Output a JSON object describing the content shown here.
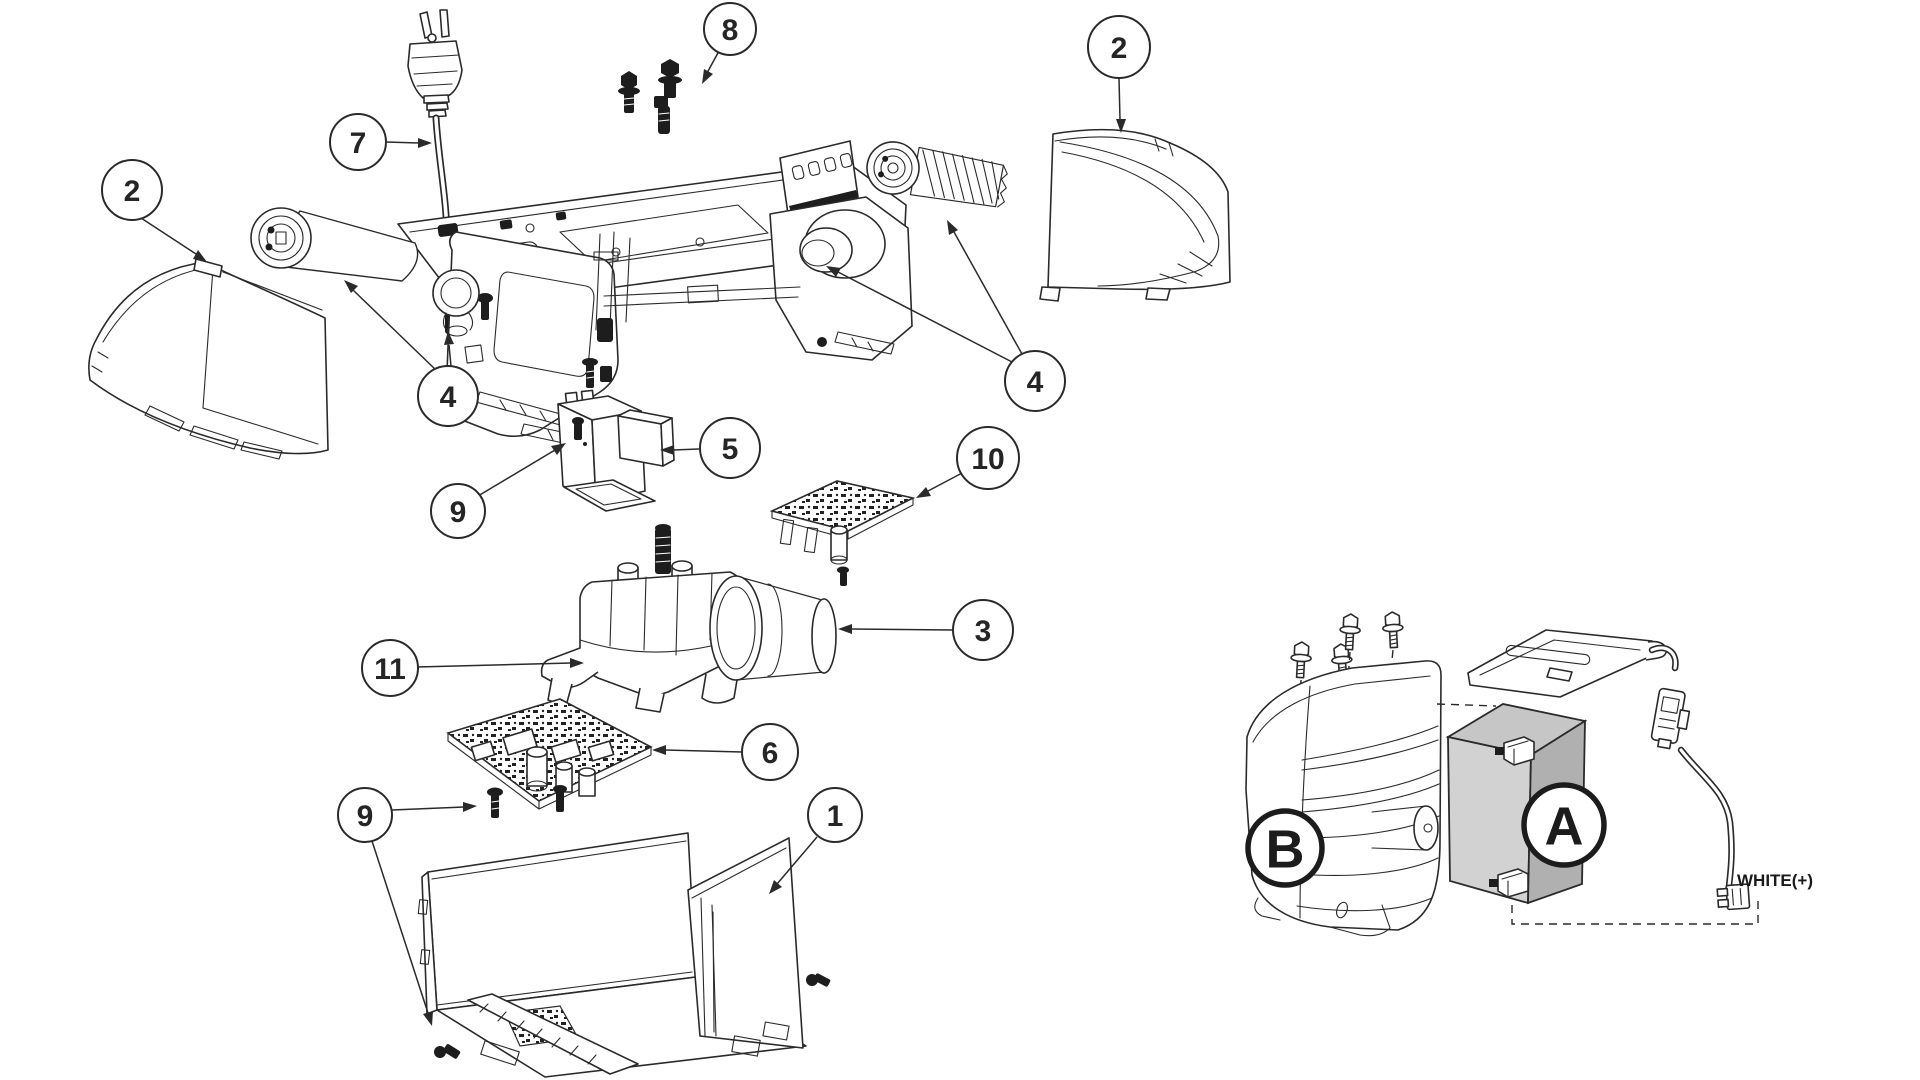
{
  "diagram": {
    "type": "exploded-parts-diagram",
    "background": "#ffffff",
    "line_color": "#2a2a2a",
    "battery_fill": "#d0d0d0",
    "callouts": [
      {
        "label": "2"
      },
      {
        "label": "7"
      },
      {
        "label": "8"
      },
      {
        "label": "2"
      },
      {
        "label": "4"
      },
      {
        "label": "4"
      },
      {
        "label": "5"
      },
      {
        "label": "9"
      },
      {
        "label": "10"
      },
      {
        "label": "3"
      },
      {
        "label": "11"
      },
      {
        "label": "6"
      },
      {
        "label": "9"
      },
      {
        "label": "1"
      }
    ],
    "assembly_labels": [
      {
        "label": "B"
      },
      {
        "label": "A"
      }
    ],
    "wire_label": "WHITE(+)"
  }
}
